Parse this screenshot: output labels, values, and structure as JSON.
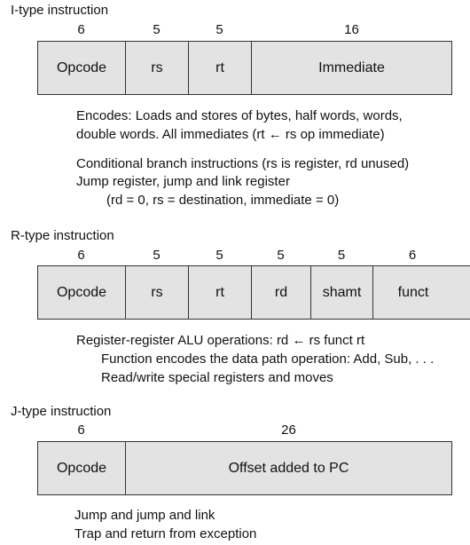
{
  "i_type": {
    "title": "I-type instruction",
    "widths": [
      "6",
      "5",
      "5",
      "16"
    ],
    "fields": [
      "Opcode",
      "rs",
      "rt",
      "Immediate"
    ],
    "desc": [
      "Encodes:  Loads and stores of bytes, half words, words,",
      "double words. All immediates (rt ← rs op immediate)",
      "Conditional branch instructions (rs is register, rd unused)",
      "Jump register, jump and link register",
      "(rd = 0, rs = destination, immediate = 0)"
    ]
  },
  "r_type": {
    "title": "R-type instruction",
    "widths": [
      "6",
      "5",
      "5",
      "5",
      "5",
      "6"
    ],
    "fields": [
      "Opcode",
      "rs",
      "rt",
      "rd",
      "shamt",
      "funct"
    ],
    "desc": [
      "Register-register ALU operations:  rd ← rs funct rt",
      "Function encodes the data path operation:  Add, Sub, . . .",
      "Read/write special registers and moves"
    ]
  },
  "j_type": {
    "title": "J-type instruction",
    "widths": [
      "6",
      "26"
    ],
    "fields": [
      "Opcode",
      "Offset added to PC"
    ],
    "desc": [
      "Jump and jump and link",
      "Trap and return from exception"
    ]
  },
  "colors": {
    "field_fill": "#e3e3e3",
    "border": "#333333",
    "text": "#111111"
  }
}
